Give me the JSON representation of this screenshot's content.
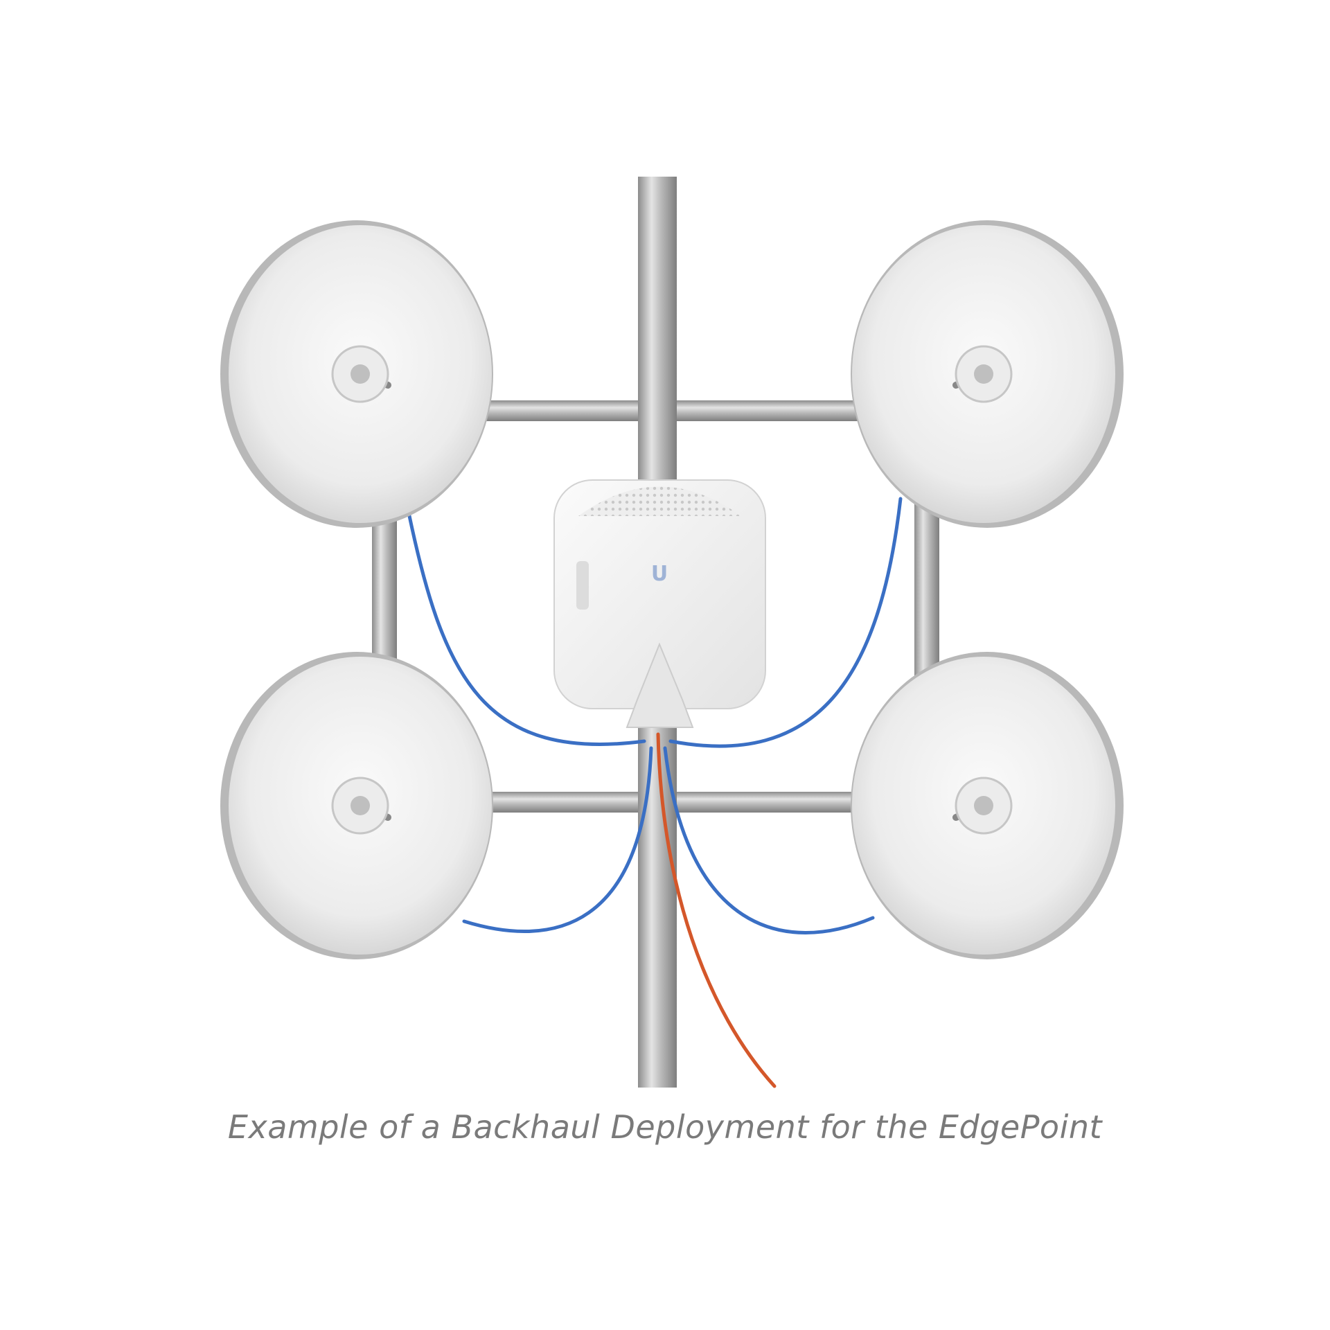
{
  "caption": "Example of a Backhaul Deployment for the EdgePoint",
  "logo_text": "U",
  "colors": {
    "background": "#ffffff",
    "caption": "#7a7a7a",
    "pole": "#a9a9a9",
    "dish": "#eeeeee",
    "enclosure": "#f2f2f2",
    "ethernet_cable": "#3a6fc4",
    "power_cable": "#d4572a"
  },
  "components": {
    "dishes": [
      "top-left",
      "top-right",
      "bottom-left",
      "bottom-right"
    ],
    "enclosure": "center",
    "cables": {
      "ethernet": 4,
      "power": 1
    }
  }
}
